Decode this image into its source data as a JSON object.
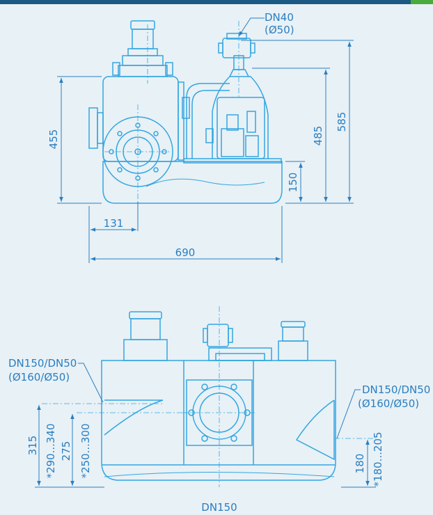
{
  "top_view": {
    "callout_dn": "DN40",
    "callout_dia": "(Ø50)",
    "height_total": "455",
    "height_585": "585",
    "height_485": "485",
    "height_150": "150",
    "width_131": "131",
    "width_690": "690"
  },
  "bottom_view": {
    "left_dn": "DN150/DN50",
    "left_dia": "(Ø160/Ø50)",
    "right_dn": "DN150/DN50",
    "right_dia": "(Ø160/Ø50)",
    "height_315": "315",
    "range_290_340": "*290...340",
    "height_275": "275",
    "range_250_300": "*250...300",
    "height_180": "180",
    "range_180_205": "*180...205",
    "outlet": "DN150"
  },
  "colors": {
    "background": "#e8f1f6",
    "line": "#33a6e0",
    "dimension": "#2a7ec0",
    "top_bar": "#1c5a86",
    "top_bar_accent": "#48ad3c"
  }
}
